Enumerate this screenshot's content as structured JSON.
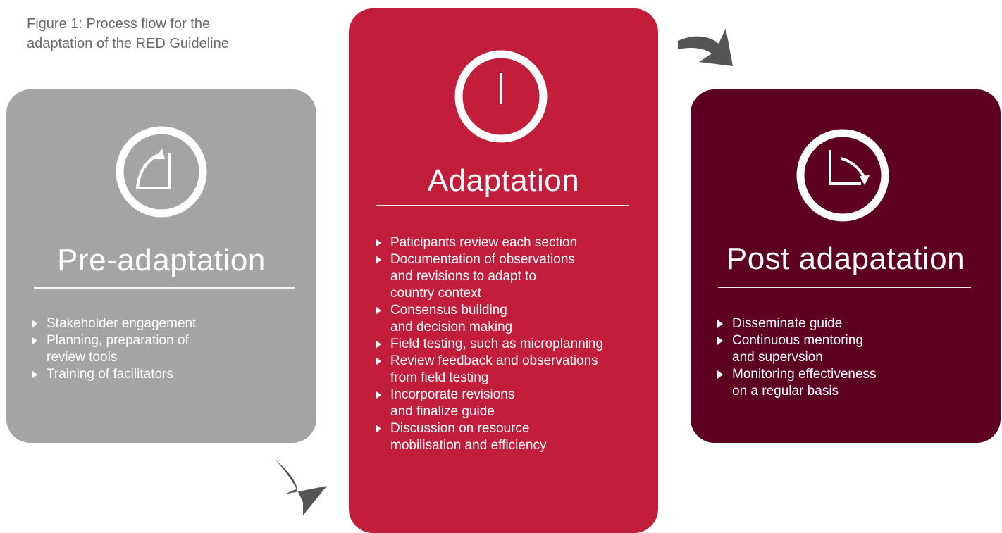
{
  "caption": {
    "line1": "Figure 1: Process flow for the",
    "line2": "adaptation of the RED Guideline"
  },
  "colors": {
    "pre": "#a5a4a2",
    "adaptation": "#c21d3b",
    "post": "#5d0022",
    "arrow": "#555555",
    "caption": "#6b6b6b"
  },
  "stages": {
    "pre": {
      "title": "Pre-adaptation",
      "icon": "clock-start-icon",
      "items": [
        [
          "Stakeholder engagement"
        ],
        [
          "Planning, preparation of",
          "review tools"
        ],
        [
          "Training of facilitators"
        ]
      ]
    },
    "adaptation": {
      "title": "Adaptation",
      "icon": "clock-noon-icon",
      "items": [
        [
          "Paticipants review each section"
        ],
        [
          "Documentation of observations",
          "and revisions to adapt to",
          "country context"
        ],
        [
          "Consensus building",
          "and decision making"
        ],
        [
          "Field testing, such as microplanning"
        ],
        [
          "Review feedback and observations",
          "from field testing"
        ],
        [
          "Incorporate revisions",
          "and finalize guide"
        ],
        [
          "Discussion on resource",
          "mobilisation and efficiency"
        ]
      ]
    },
    "post": {
      "title": "Post adapatation",
      "icon": "clock-quarter-icon",
      "items": [
        [
          "Disseminate guide"
        ],
        [
          "Continuous mentoring",
          "and supervsion"
        ],
        [
          "Monitoring effectiveness",
          "on a regular basis"
        ]
      ]
    }
  }
}
